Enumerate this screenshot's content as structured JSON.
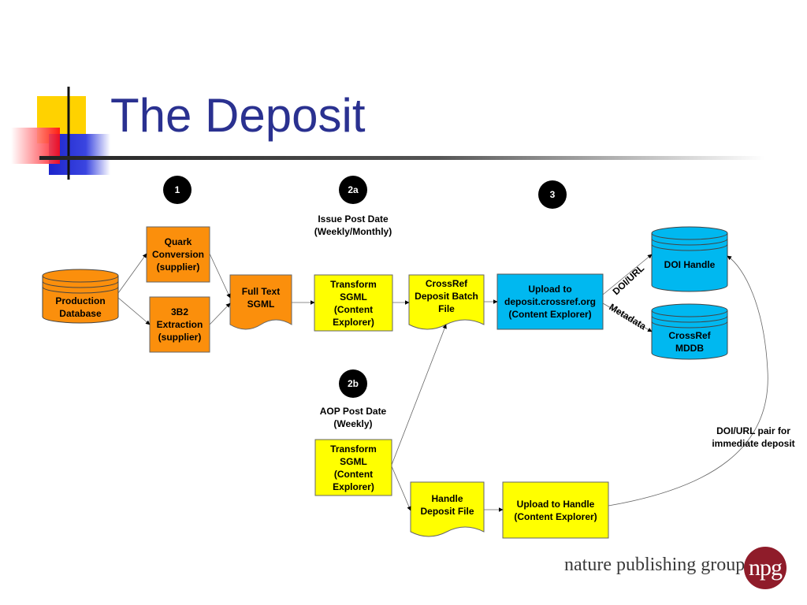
{
  "slide": {
    "title": "The Deposit"
  },
  "steps": {
    "s1": "1",
    "s2a": "2a",
    "s2b": "2b",
    "s3": "3"
  },
  "annotations": {
    "issue_post_date": "Issue Post Date\n(Weekly/Monthly)",
    "aop_post_date": "AOP Post Date\n(Weekly)",
    "doi_url_pair": "DOI/URL pair for\nimmediate deposit",
    "doi_url": "DOI/URL",
    "metadata": "Metadata"
  },
  "nodes": {
    "production_database": "Production\nDatabase",
    "quark_conversion": "Quark\nConversion\n(supplier)",
    "b2_extraction": "3B2\nExtraction\n(supplier)",
    "full_text_sgml": "Full Text\nSGML",
    "transform_sgml_top": "Transform\nSGML\n(Content\nExplorer)",
    "crossref_batch": "CrossRef\nDeposit Batch\nFile",
    "upload_deposit": "Upload to\ndeposit.crossref.org\n(Content Explorer)",
    "doi_handle": "DOI Handle",
    "crossref_mddb": "CrossRef\nMDDB",
    "transform_sgml_bottom": "Transform\nSGML\n(Content\nExplorer)",
    "handle_deposit_file": "Handle\nDeposit  File",
    "upload_handle": "Upload to Handle\n(Content Explorer)"
  },
  "logo": {
    "text": "nature publishing group",
    "badge": "npg"
  },
  "colors": {
    "orange": "#fb8f0c",
    "yellow": "#ffff00",
    "cyan": "#00b8f0",
    "title": "#2a3190"
  }
}
